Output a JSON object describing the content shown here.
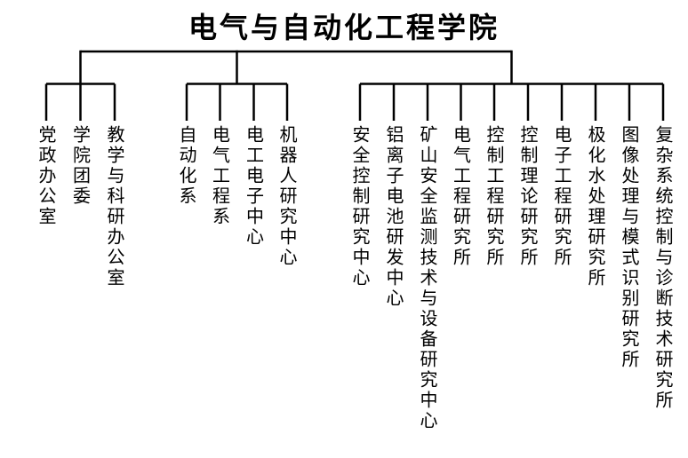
{
  "title": "电气与自动化工程学院",
  "colors": {
    "background": "#ffffff",
    "line": "#000000",
    "text": "#000000"
  },
  "org": {
    "root": "电气与自动化工程学院",
    "groups": [
      {
        "items": [
          "党政办公室",
          "学院团委",
          "教学与科研办公室"
        ]
      },
      {
        "items": [
          "自动化系",
          "电气工程系",
          "电工电子中心",
          "机器人研究中心"
        ]
      },
      {
        "items": [
          "安全控制研究中心",
          "铝离子电池研发中心",
          "矿山安全监测技术与设备研究中心",
          "电气工程研究所",
          "控制工程研究所",
          "控制理论研究所",
          "电子工程研究所",
          "极化水处理研究所",
          "图像处理与模式识别研究所",
          "复杂系统控制与诊断技术研究所"
        ]
      }
    ]
  }
}
